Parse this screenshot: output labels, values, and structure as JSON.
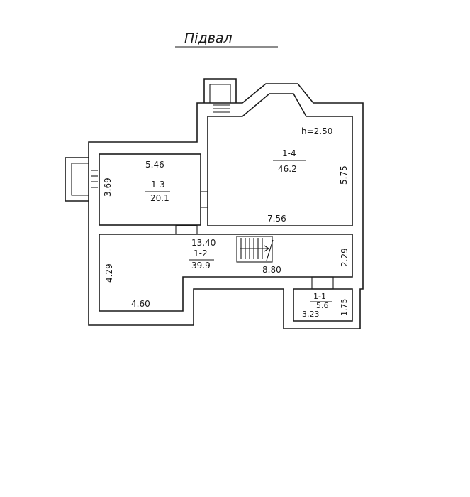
{
  "plan": {
    "title": "Підвал",
    "ceiling_height": "h=2.50",
    "rooms": [
      {
        "id": "1-1",
        "area": "5.6",
        "dims": [
          "1.75",
          "3.23"
        ]
      },
      {
        "id": "1-2",
        "area": "39.9",
        "dims": [
          "13.40",
          "4.29",
          "4.60",
          "8.80",
          "2.29"
        ]
      },
      {
        "id": "1-3",
        "area": "20.1",
        "dims": [
          "5.46",
          "3.69"
        ]
      },
      {
        "id": "1-4",
        "area": "46.2",
        "dims": [
          "7.56",
          "5.75"
        ]
      }
    ]
  }
}
